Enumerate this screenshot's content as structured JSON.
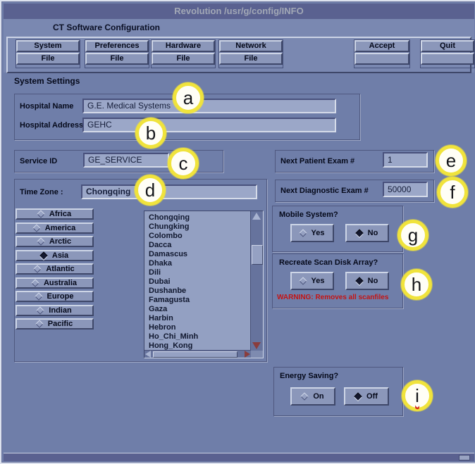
{
  "window": {
    "title": "Revolution /usr/g/config/INFO"
  },
  "menu": {
    "label": "CT Software Configuration"
  },
  "toolbar": {
    "groups": [
      {
        "top": "System",
        "bottom": "File"
      },
      {
        "top": "Preferences",
        "bottom": "File"
      },
      {
        "top": "Hardware",
        "bottom": "File"
      },
      {
        "top": "Network",
        "bottom": "File"
      }
    ],
    "accept": "Accept",
    "quit": "Quit"
  },
  "main": {
    "section_title": "System Settings",
    "hospital": {
      "name_label": "Hospital Name",
      "name_value": "G.E. Medical Systems",
      "address_label": "Hospital Address",
      "address_value": "GEHC"
    },
    "service": {
      "label": "Service ID",
      "value": "GE_SERVICE"
    },
    "timezone": {
      "label": "Time Zone :",
      "value": "Chongqing",
      "selected_region": "Asia",
      "regions": [
        {
          "label": "Africa",
          "selected": false
        },
        {
          "label": "America",
          "selected": false
        },
        {
          "label": "Arctic",
          "selected": false
        },
        {
          "label": "Asia",
          "selected": true
        },
        {
          "label": "Atlantic",
          "selected": false
        },
        {
          "label": "Australia",
          "selected": false
        },
        {
          "label": "Europe",
          "selected": false
        },
        {
          "label": "Indian",
          "selected": false
        },
        {
          "label": "Pacific",
          "selected": false
        }
      ],
      "cities": [
        "Chongqing",
        "Chungking",
        "Colombo",
        "Dacca",
        "Damascus",
        "Dhaka",
        "Dili",
        "Dubai",
        "Dushanbe",
        "Famagusta",
        "Gaza",
        "Harbin",
        "Hebron",
        "Ho_Chi_Minh",
        "Hong_Kong"
      ]
    },
    "next_patient": {
      "label": "Next Patient Exam #",
      "value": "1"
    },
    "next_diagnostic": {
      "label": "Next Diagnostic Exam #",
      "value": "50000"
    },
    "mobile": {
      "label": "Mobile System?",
      "yes": "Yes",
      "no": "No",
      "selected": "No"
    },
    "recreate": {
      "label": "Recreate Scan Disk Array?",
      "yes": "Yes",
      "no": "No",
      "selected": "No",
      "warning": "WARNING: Removes all scanfiles"
    },
    "energy": {
      "label": "Energy Saving?",
      "on": "On",
      "off": "Off",
      "selected": "Off"
    }
  },
  "annotations": [
    {
      "letter": "a"
    },
    {
      "letter": "b"
    },
    {
      "letter": "c"
    },
    {
      "letter": "d"
    },
    {
      "letter": "e"
    },
    {
      "letter": "f"
    },
    {
      "letter": "g"
    },
    {
      "letter": "h"
    },
    {
      "letter": "i"
    }
  ],
  "colors": {
    "titlebar": "#5a6190",
    "topzone": "#7a88b1",
    "content_bg": "#6f7ea9",
    "button_face": "#8b97ba",
    "field_bg": "#9ba7c8",
    "list_bg": "#93a0c2",
    "warning_red": "#c41414",
    "annotation_yellow": "#f0e33c",
    "scroll_arrow_red": "#8a3d3d"
  }
}
